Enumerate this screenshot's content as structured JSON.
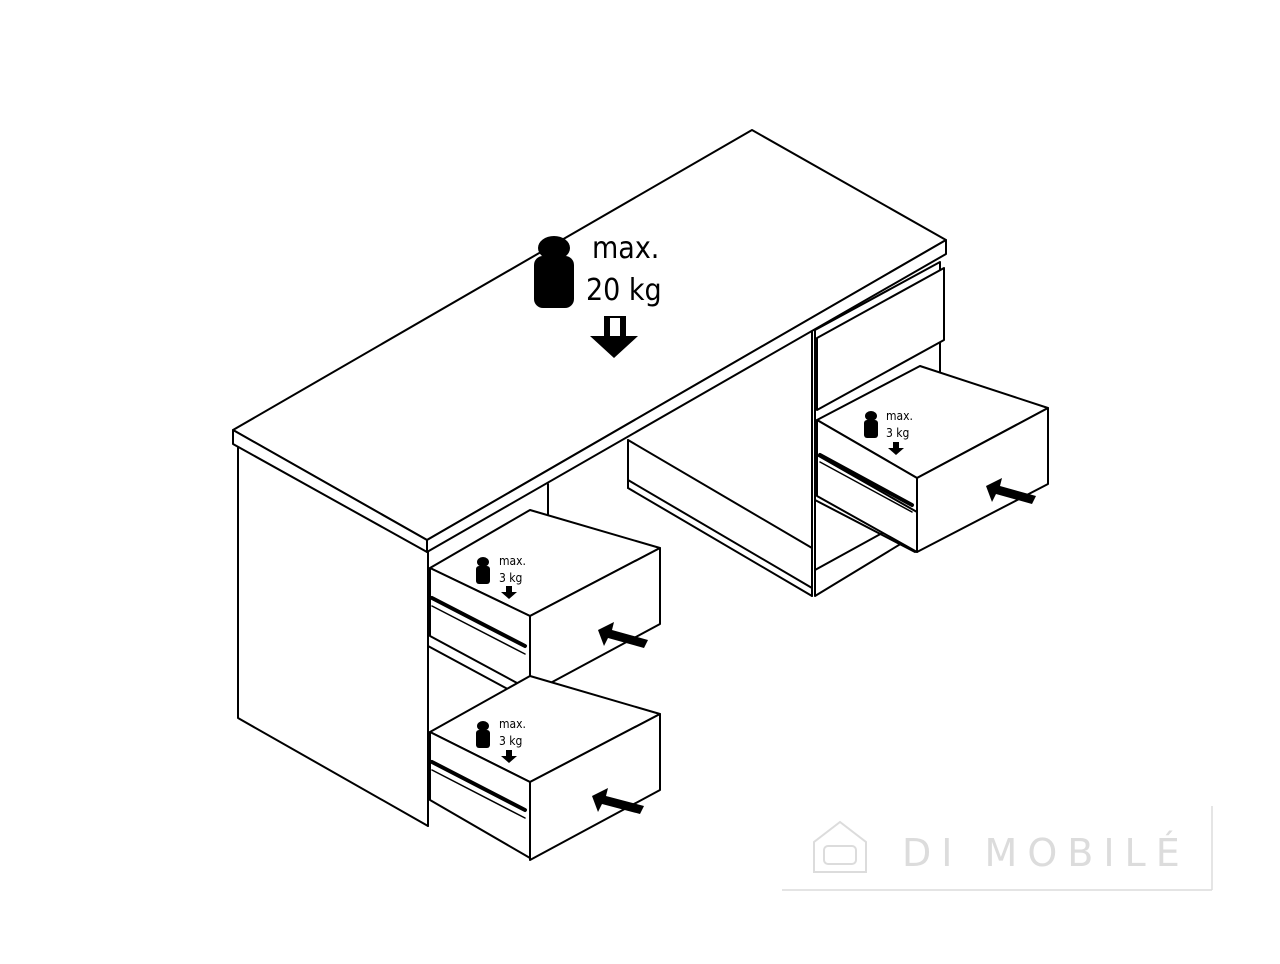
{
  "desk_label": {
    "line1": "max.",
    "line2": "20 kg"
  },
  "drawer_labels": [
    {
      "line1": "max.",
      "line2": "3 kg"
    },
    {
      "line1": "max.",
      "line2": "3 kg"
    },
    {
      "line1": "max.",
      "line2": "3 kg"
    }
  ],
  "watermark": {
    "text": "DI MOBILÉ",
    "icon": "sofa-icon",
    "color": "#dcdcdc"
  },
  "colors": {
    "line": "#000000",
    "background": "#ffffff"
  }
}
